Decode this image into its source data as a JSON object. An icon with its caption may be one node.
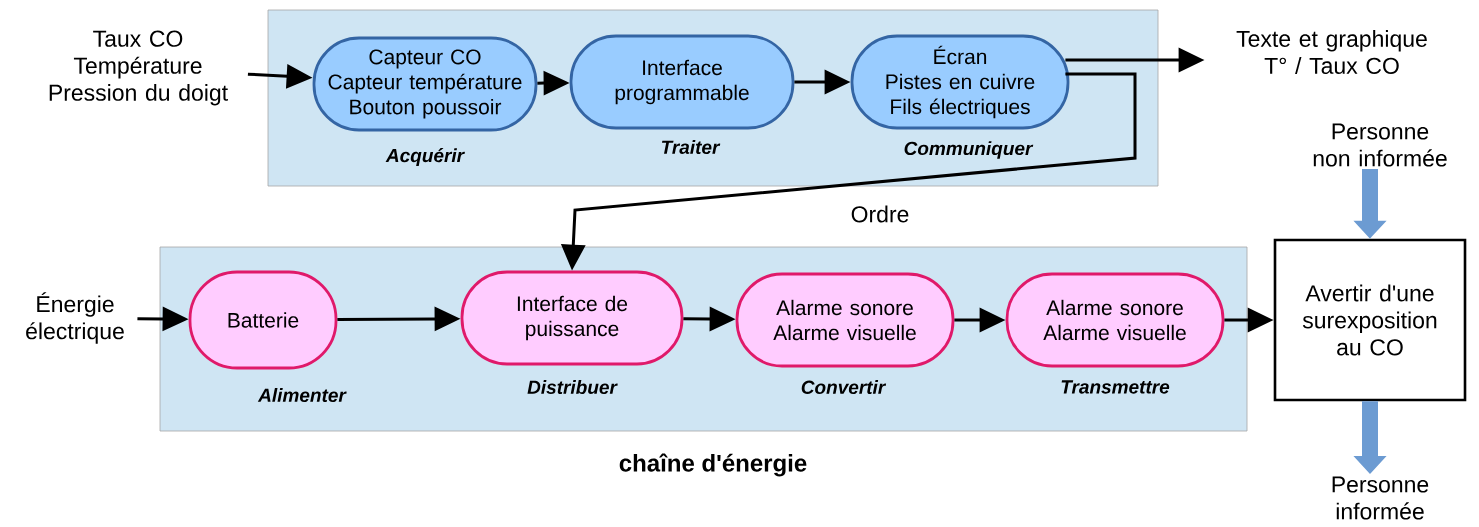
{
  "diagram": {
    "nodes": [
      {
        "text": [],
        "shape": "box"
      },
      {
        "text": [
          "Capteur CO",
          "Capteur température",
          "Bouton poussoir"
        ],
        "in": 0,
        "beside": [
          "Acquérir"
        ]
      },
      {
        "text": [
          "Interface programmable"
        ],
        "in": 0,
        "beside": [
          "Traiter"
        ]
      },
      {
        "text": [
          "Écran",
          "Pistes en cuivre",
          "Fils électriques"
        ],
        "in": 0,
        "beside": [
          "Communiquer"
        ]
      },
      {
        "text": [
          "Taux CO",
          "Température",
          "Pression du doigt"
        ]
      },
      {
        "text": [
          "Texte et graphique T° / Taux CO"
        ]
      },
      {
        "text": [
          "chaîne d'énergie"
        ]
      },
      {
        "text": [
          "Batterie"
        ],
        "in": 6,
        "beside": [
          "Alimenter"
        ]
      },
      {
        "text": [
          "Interface de puissance"
        ],
        "in": 6,
        "beside": [
          "Distribuer"
        ]
      },
      {
        "text": [
          "Alarme sonore",
          "Alarme visuelle"
        ],
        "in": 6,
        "beside": [
          "Convertir"
        ]
      },
      {
        "text": [
          "Alarme sonore",
          "Alarme visuelle"
        ],
        "in": 6,
        "beside": [
          "Transmettre"
        ]
      },
      {
        "text": [
          "Énergie électrique"
        ]
      },
      {
        "text": [
          "Avertir d'une surexposition au CO"
        ]
      },
      {
        "text": [
          "Personne non informée"
        ]
      },
      {
        "text": [
          "Personne informée"
        ]
      }
    ],
    "edges": [
      {
        "from": 4,
        "to": 1,
        "arrow": "to"
      },
      {
        "from": 1,
        "to": 2,
        "arrow": "to"
      },
      {
        "from": 2,
        "to": 3,
        "arrow": "to"
      },
      {
        "from": 3,
        "to": 5,
        "arrow": "to"
      },
      {
        "from": 3,
        "to": 8,
        "arrow": "to",
        "label": "Ordre"
      },
      {
        "from": 11,
        "to": 7,
        "arrow": "to"
      },
      {
        "from": 7,
        "to": 8,
        "arrow": "to"
      },
      {
        "from": 8,
        "to": 9,
        "arrow": "to"
      },
      {
        "from": 9,
        "to": 10,
        "arrow": "to"
      },
      {
        "from": 10,
        "to": 12,
        "arrow": "to"
      },
      {
        "from": 13,
        "to": 12,
        "arrow": "to",
        "style": "thick",
        "color": "#6c9bd2"
      },
      {
        "from": 12,
        "to": 14,
        "arrow": "to",
        "style": "thick",
        "color": "#6c9bd2"
      }
    ]
  }
}
